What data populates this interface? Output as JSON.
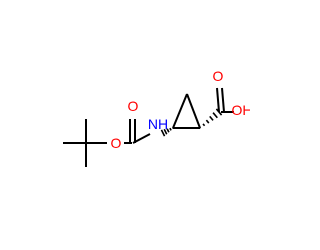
{
  "molecule": {
    "atoms": {
      "carbonyl_o_top": "O",
      "ester_o": "O",
      "amide_n": "NH",
      "acid_carbonyl_o": "O",
      "acid_hydroxyl": "OH"
    }
  },
  "colors": {
    "bond": "#000000",
    "oxygen": "#ff0000",
    "nitrogen": "#0000ff",
    "background": "#ffffff"
  }
}
